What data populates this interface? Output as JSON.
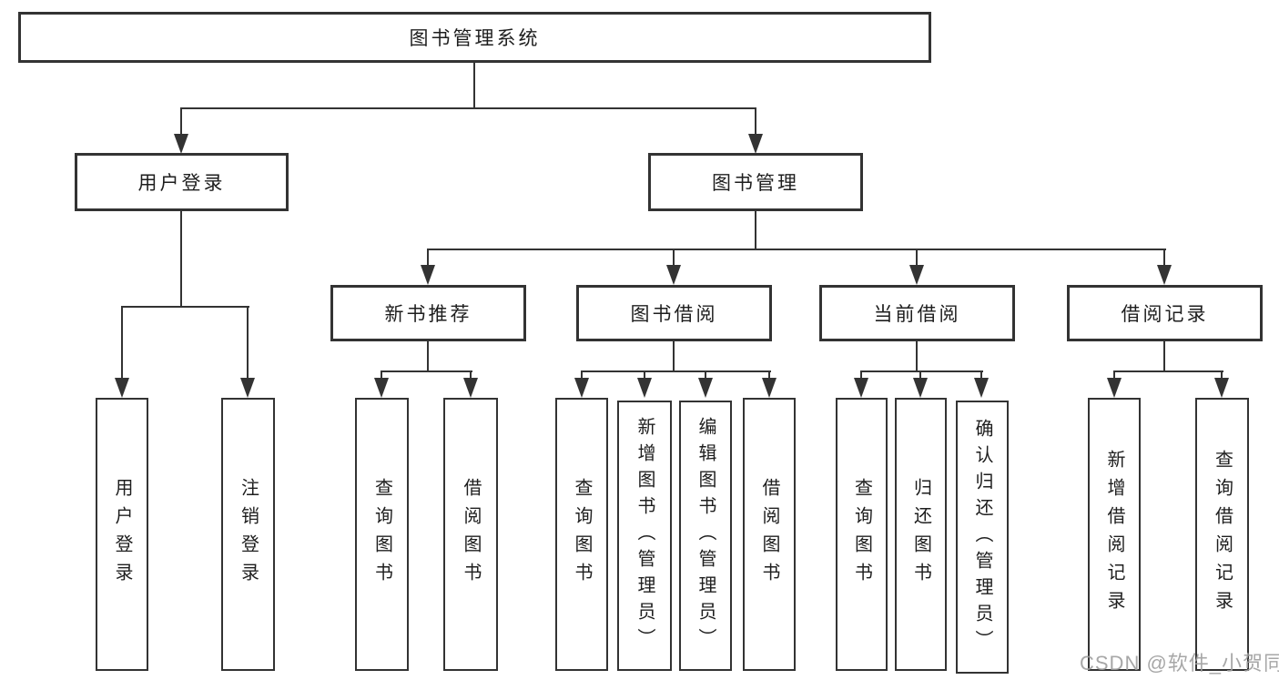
{
  "tree": {
    "root": "图书管理系统",
    "level2": [
      "用户登录",
      "图书管理"
    ],
    "level3": [
      "新书推荐",
      "图书借阅",
      "当前借阅",
      "借阅记录"
    ],
    "leaves": {
      "login": [
        "用户登录",
        "注销登录"
      ],
      "recommend": [
        "查询图书",
        "借阅图书"
      ],
      "borrow": [
        "查询图书",
        "新增图书（管理员）",
        "编辑图书（管理员）",
        "借阅图书"
      ],
      "current": [
        "查询图书",
        "归还图书",
        "确认归还（管理员）"
      ],
      "records": [
        "新增借阅记录",
        "查询借阅记录"
      ]
    }
  },
  "watermark": "CSDN @软件_小贺同学",
  "colors": {
    "line": "#333333",
    "text": "#1e1e1e",
    "watermark": "#9e9e9e",
    "background": "#ffffff"
  }
}
